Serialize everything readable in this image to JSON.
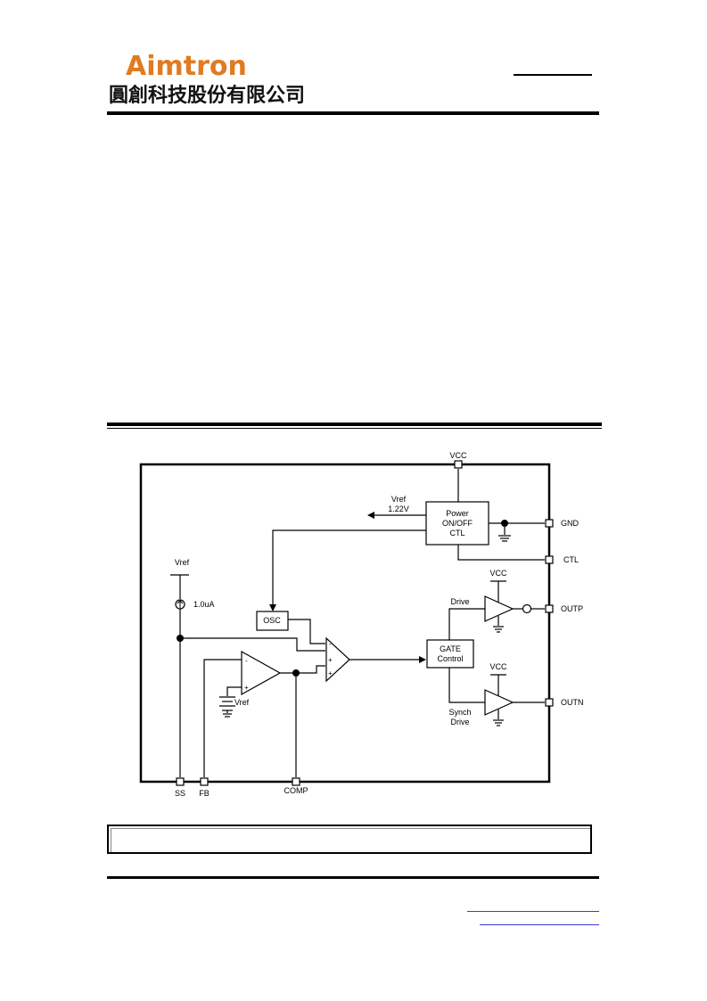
{
  "header": {
    "logo_name": "Aimtron",
    "logo_chinese": "圓創科技股份有限公司"
  },
  "diagram": {
    "pins": {
      "vcc": "VCC",
      "gnd": "GND",
      "ctl": "CTL",
      "outp": "OUTP",
      "outn": "OUTN",
      "ss": "SS",
      "fb": "FB",
      "comp": "COMP"
    },
    "blocks": {
      "power_line1": "Power",
      "power_line2": "ON/OFF",
      "power_line3": "CTL",
      "osc": "OSC",
      "gate_line1": "GATE",
      "gate_line2": "Control"
    },
    "labels": {
      "vref_out_line1": "Vref",
      "vref_out_line2": "1.22V",
      "vref_ss": "Vref",
      "current_source": "1.0uA",
      "vref_ea": "Vref",
      "drive": "Drive",
      "synch_line1": "Synch",
      "synch_line2": "Drive",
      "vcc_top_driver": "VCC",
      "vcc_bottom_driver": "VCC",
      "ea_minus": "-",
      "ea_plus": "+",
      "cmp_minus": "-",
      "cmp_plus1": "+",
      "cmp_plus2": "+"
    }
  }
}
